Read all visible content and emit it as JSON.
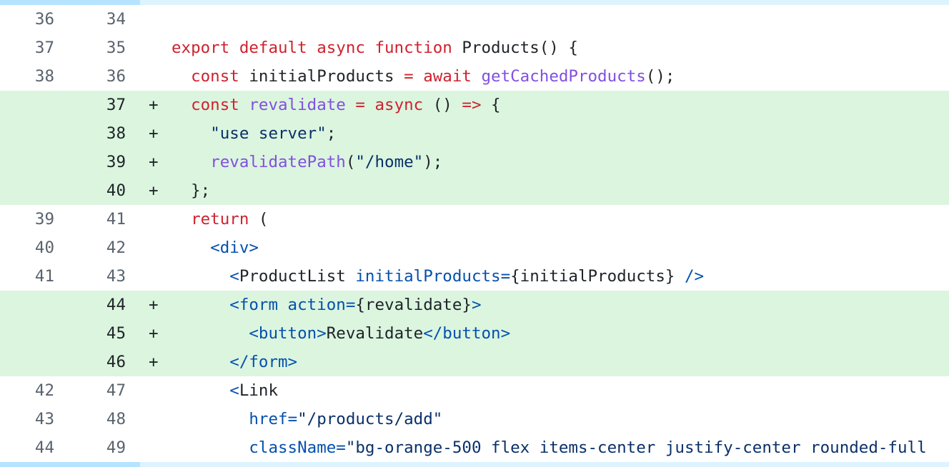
{
  "diff": {
    "lines": [
      {
        "type": "context",
        "old": "36",
        "new": "34",
        "marker": "",
        "tokens": []
      },
      {
        "type": "context",
        "old": "37",
        "new": "35",
        "marker": "",
        "tokens": [
          {
            "t": "export default async function",
            "c": "kw"
          },
          {
            "t": " Products() {",
            "c": "pl"
          }
        ]
      },
      {
        "type": "context",
        "old": "38",
        "new": "36",
        "marker": "",
        "tokens": [
          {
            "t": "  ",
            "c": "pl"
          },
          {
            "t": "const",
            "c": "kw"
          },
          {
            "t": " initialProducts ",
            "c": "pl"
          },
          {
            "t": "=",
            "c": "kw"
          },
          {
            "t": " ",
            "c": "pl"
          },
          {
            "t": "await",
            "c": "kw"
          },
          {
            "t": " ",
            "c": "pl"
          },
          {
            "t": "getCachedProducts",
            "c": "fn"
          },
          {
            "t": "();",
            "c": "pl"
          }
        ]
      },
      {
        "type": "add",
        "old": "",
        "new": "37",
        "marker": "+",
        "tokens": [
          {
            "t": "  ",
            "c": "pl"
          },
          {
            "t": "const",
            "c": "kw"
          },
          {
            "t": " ",
            "c": "pl"
          },
          {
            "t": "revalidate",
            "c": "fn"
          },
          {
            "t": " ",
            "c": "pl"
          },
          {
            "t": "=",
            "c": "kw"
          },
          {
            "t": " ",
            "c": "pl"
          },
          {
            "t": "async",
            "c": "kw"
          },
          {
            "t": " () ",
            "c": "pl"
          },
          {
            "t": "=>",
            "c": "kw"
          },
          {
            "t": " {",
            "c": "pl"
          }
        ]
      },
      {
        "type": "add",
        "old": "",
        "new": "38",
        "marker": "+",
        "tokens": [
          {
            "t": "    ",
            "c": "pl"
          },
          {
            "t": "\"use server\"",
            "c": "str"
          },
          {
            "t": ";",
            "c": "pl"
          }
        ]
      },
      {
        "type": "add",
        "old": "",
        "new": "39",
        "marker": "+",
        "tokens": [
          {
            "t": "    ",
            "c": "pl"
          },
          {
            "t": "revalidatePath",
            "c": "fn"
          },
          {
            "t": "(",
            "c": "pl"
          },
          {
            "t": "\"/home\"",
            "c": "str"
          },
          {
            "t": ");",
            "c": "pl"
          }
        ]
      },
      {
        "type": "add",
        "old": "",
        "new": "40",
        "marker": "+",
        "tokens": [
          {
            "t": "  };",
            "c": "pl"
          }
        ]
      },
      {
        "type": "context",
        "old": "39",
        "new": "41",
        "marker": "",
        "tokens": [
          {
            "t": "  ",
            "c": "pl"
          },
          {
            "t": "return",
            "c": "kw"
          },
          {
            "t": " (",
            "c": "pl"
          }
        ]
      },
      {
        "type": "context",
        "old": "40",
        "new": "42",
        "marker": "",
        "tokens": [
          {
            "t": "    ",
            "c": "pl"
          },
          {
            "t": "<div>",
            "c": "tag"
          }
        ]
      },
      {
        "type": "context",
        "old": "41",
        "new": "43",
        "marker": "",
        "tokens": [
          {
            "t": "      ",
            "c": "pl"
          },
          {
            "t": "<",
            "c": "tag"
          },
          {
            "t": "ProductList",
            "c": "pl"
          },
          {
            "t": " initialProducts",
            "c": "tag"
          },
          {
            "t": "=",
            "c": "tag"
          },
          {
            "t": "{initialProducts}",
            "c": "pl"
          },
          {
            "t": " />",
            "c": "tag"
          }
        ]
      },
      {
        "type": "add",
        "old": "",
        "new": "44",
        "marker": "+",
        "tokens": [
          {
            "t": "      ",
            "c": "pl"
          },
          {
            "t": "<form",
            "c": "tag"
          },
          {
            "t": " action",
            "c": "tag"
          },
          {
            "t": "=",
            "c": "tag"
          },
          {
            "t": "{revalidate}",
            "c": "pl"
          },
          {
            "t": ">",
            "c": "tag"
          }
        ]
      },
      {
        "type": "add",
        "old": "",
        "new": "45",
        "marker": "+",
        "tokens": [
          {
            "t": "        ",
            "c": "pl"
          },
          {
            "t": "<button>",
            "c": "tag"
          },
          {
            "t": "Revalidate",
            "c": "pl"
          },
          {
            "t": "</button>",
            "c": "tag"
          }
        ]
      },
      {
        "type": "add",
        "old": "",
        "new": "46",
        "marker": "+",
        "tokens": [
          {
            "t": "      ",
            "c": "pl"
          },
          {
            "t": "</form>",
            "c": "tag"
          }
        ]
      },
      {
        "type": "context",
        "old": "42",
        "new": "47",
        "marker": "",
        "tokens": [
          {
            "t": "      ",
            "c": "pl"
          },
          {
            "t": "<",
            "c": "tag"
          },
          {
            "t": "Link",
            "c": "pl"
          }
        ]
      },
      {
        "type": "context",
        "old": "43",
        "new": "48",
        "marker": "",
        "tokens": [
          {
            "t": "        ",
            "c": "pl"
          },
          {
            "t": "href",
            "c": "tag"
          },
          {
            "t": "=",
            "c": "tag"
          },
          {
            "t": "\"/products/add\"",
            "c": "str"
          }
        ]
      },
      {
        "type": "context",
        "old": "44",
        "new": "49",
        "marker": "",
        "tokens": [
          {
            "t": "        ",
            "c": "pl"
          },
          {
            "t": "className",
            "c": "tag"
          },
          {
            "t": "=",
            "c": "tag"
          },
          {
            "t": "\"bg-orange-500 flex items-center justify-center rounded-full",
            "c": "str"
          }
        ]
      }
    ]
  }
}
